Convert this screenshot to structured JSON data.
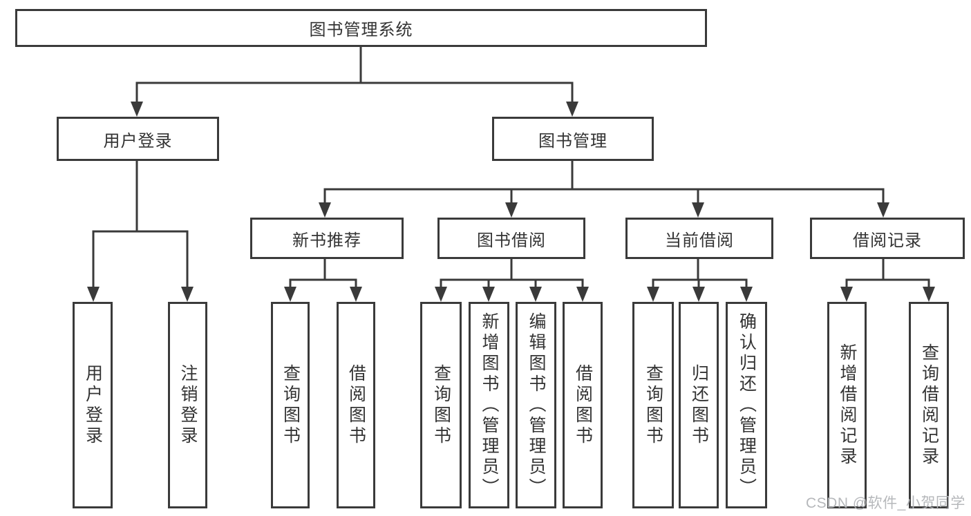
{
  "diagram": {
    "title_node": "图书管理系统",
    "level2": [
      {
        "label": "用户登录",
        "children": [
          "用户登录",
          "注销登录"
        ]
      },
      {
        "label": "图书管理"
      }
    ],
    "level3": [
      {
        "label": "新书推荐",
        "children": [
          "查询图书",
          "借阅图书"
        ]
      },
      {
        "label": "图书借阅",
        "children": [
          "查询图书",
          "新增图书（管理员）",
          "编辑图书（管理员）",
          "借阅图书"
        ]
      },
      {
        "label": "当前借阅",
        "children": [
          "查询图书",
          "归还图书",
          "确认归还（管理员）"
        ]
      },
      {
        "label": "借阅记录",
        "children": [
          "新增借阅记录",
          "查询借阅记录"
        ]
      }
    ],
    "watermark": "CSDN @软件_小贺同学",
    "colors": {
      "line": "#3a3a3a",
      "text": "#333333",
      "box_background": "#ffffff",
      "watermark": "#b2b4b7"
    }
  }
}
